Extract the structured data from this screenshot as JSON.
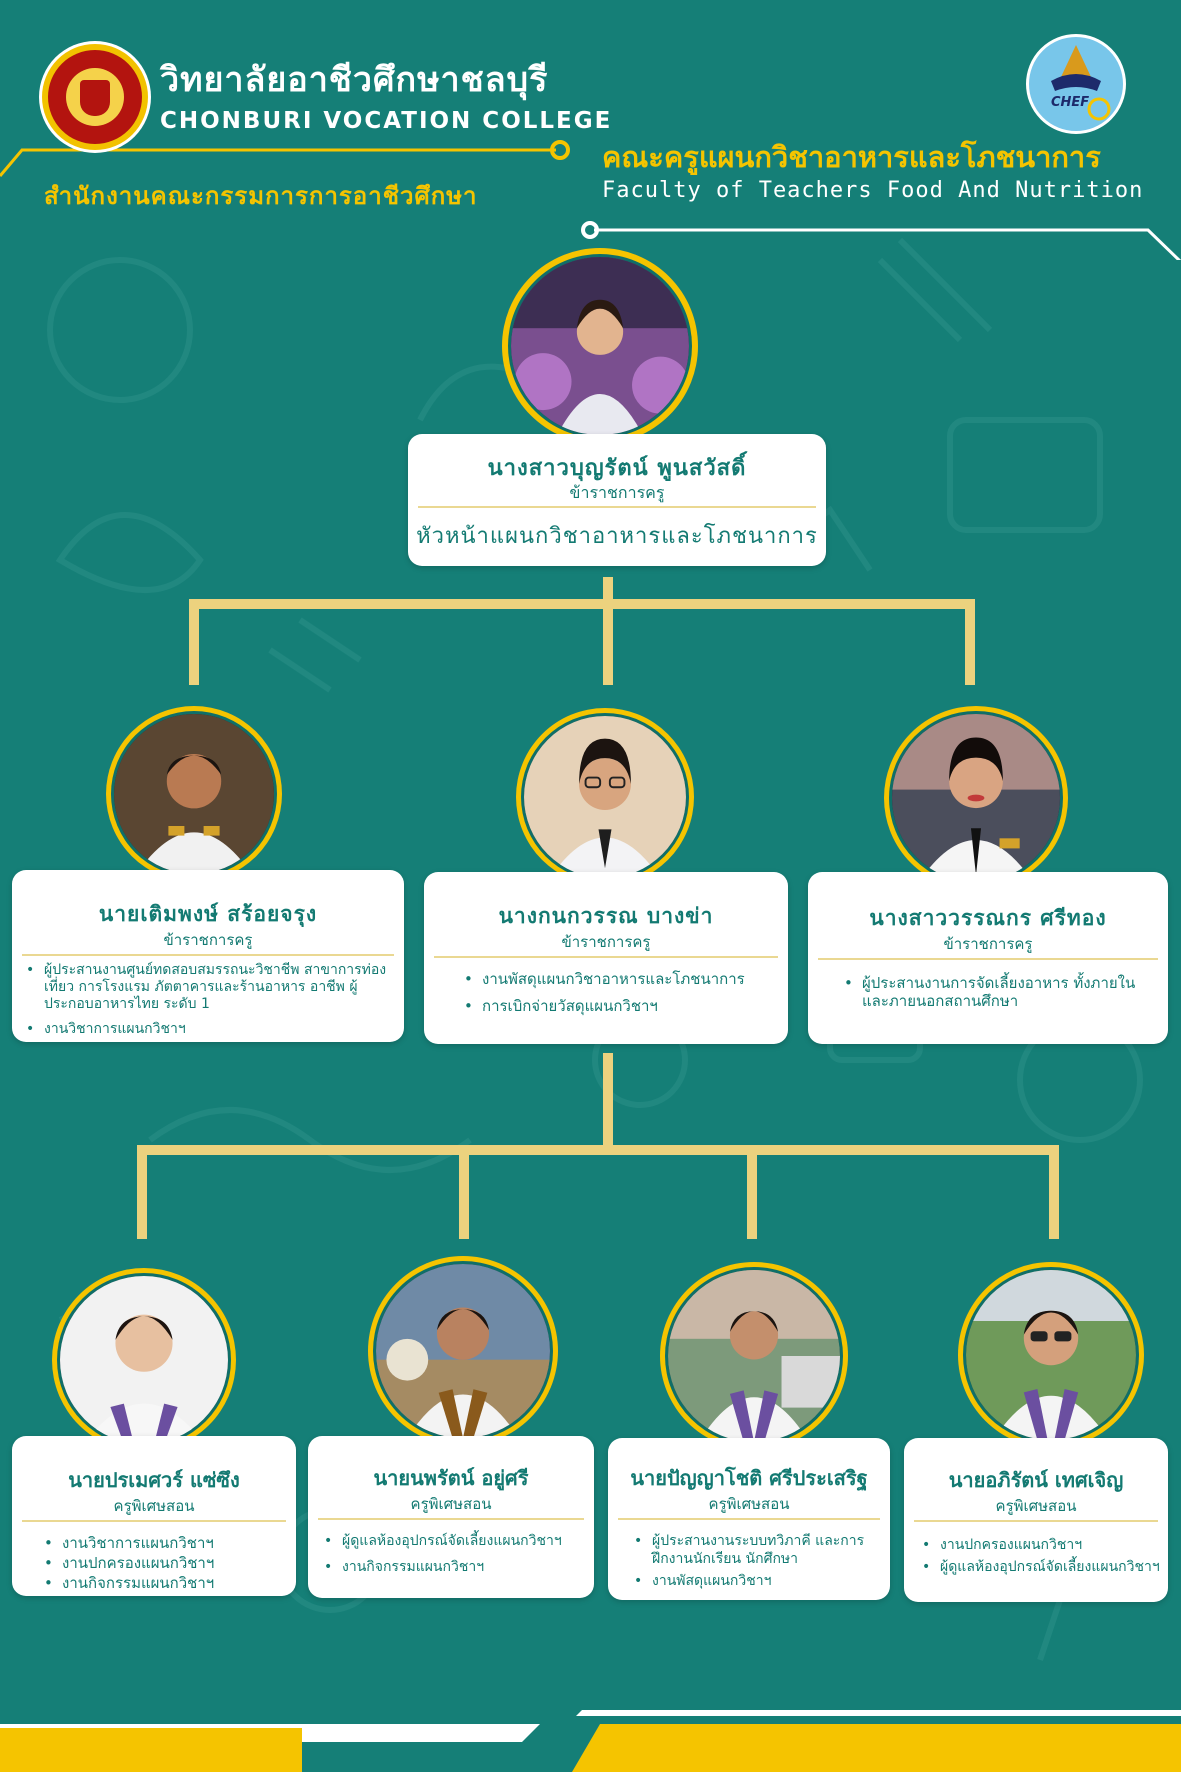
{
  "header": {
    "college_th": "วิทยาลัยอาชีวศึกษาชลบุรี",
    "college_en": "CHONBURI VOCATION COLLEGE",
    "office_th": "สำนักงานคณะกรรมการการอาชีวศึกษา",
    "faculty_th": "คณะครูแผนกวิชาอาหารและโภชนาการ",
    "faculty_en": "Faculty of Teachers Food And Nutrition",
    "chef_logo_text": "CHEF",
    "seal_icon": "vocational-education-seal-icon",
    "chef_icon": "chef-department-logo-icon"
  },
  "colors": {
    "background": "#157f77",
    "accent_gold": "#f5c400",
    "connector": "#ecd27e",
    "card_text": "#137a72",
    "card_bg": "#ffffff"
  },
  "head": {
    "name": "นางสาวบุญรัตน์ พูนสวัสดิ์",
    "role": "ข้าราชการครู",
    "title": "หัวหน้าแผนกวิชาอาหารและโภชนาการ"
  },
  "level2": [
    {
      "name": "นายเติมพงษ์ สร้อยจรุง",
      "role": "ข้าราชการครู",
      "duties": [
        "ผู้ประสานงานศูนย์ทดสอบสมรรถนะวิชาชีพ สาขาการท่องเที่ยว การโรงแรม ภัตตาคารและร้านอาหาร อาชีพ ผู้ประกอบอาหารไทย ระดับ 1",
        "งานวิชาการแผนกวิชาฯ"
      ]
    },
    {
      "name": "นางกนกวรรณ บางข่า",
      "role": "ข้าราชการครู",
      "duties": [
        "งานพัสดุแผนกวิชาอาหารและโภชนาการ",
        "การเบิกจ่ายวัสดุแผนกวิชาฯ"
      ]
    },
    {
      "name": "นางสาววรรณกร ศรีทอง",
      "role": "ข้าราชการครู",
      "duties": [
        "ผู้ประสานงานการจัดเลี้ยงอาหาร ทั้งภายในและภายนอกสถานศึกษา"
      ]
    }
  ],
  "level3": [
    {
      "name": "นายปรเมศวร์ แซ่ซึง",
      "role": "ครูพิเศษสอน",
      "duties": [
        "งานวิชาการแผนกวิชาฯ",
        "งานปกครองแผนกวิชาฯ",
        "งานกิจกรรมแผนกวิชาฯ"
      ]
    },
    {
      "name": "นายนพรัตน์ อยู่ศรี",
      "role": "ครูพิเศษสอน",
      "duties": [
        "ผู้ดูแลห้องอุปกรณ์จัดเลี้ยงแผนกวิชาฯ",
        "งานกิจกรรมแผนกวิชาฯ"
      ]
    },
    {
      "name": "นายปัญญาโชติ ศรีประเสริฐ",
      "role": "ครูพิเศษสอน",
      "duties": [
        "ผู้ประสานงานระบบทวิภาคี และการฝึกงานนักเรียน นักศึกษา",
        "งานพัสดุแผนกวิชาฯ"
      ]
    },
    {
      "name": "นายอภิรัตน์ เทศเจิญ",
      "role": "ครูพิเศษสอน",
      "duties": [
        "งานปกครองแผนกวิชาฯ",
        "ผู้ดูแลห้องอุปกรณ์จัดเลี้ยงแผนกวิชาฯ"
      ]
    }
  ]
}
